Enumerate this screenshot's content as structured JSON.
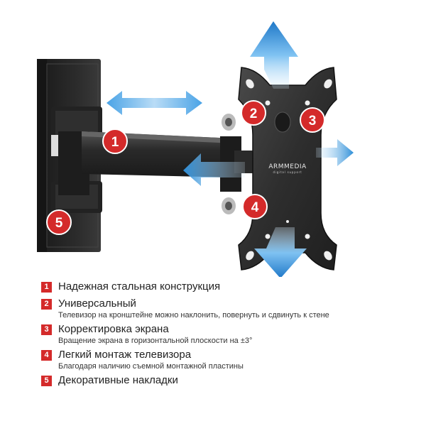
{
  "brand": {
    "name": "ARMMEDIA",
    "tagline": "digital support"
  },
  "badges": [
    "1",
    "2",
    "3",
    "4",
    "5"
  ],
  "features": [
    {
      "num": "1",
      "title": "Надежная стальная конструкция",
      "desc": ""
    },
    {
      "num": "2",
      "title": "Универсальный",
      "desc": "Телевизор на кронштейне можно наклонить, повернуть и сдвинуть к стене"
    },
    {
      "num": "3",
      "title": "Корректировка экрана",
      "desc": "Вращение экрана в горизонтальной плоскости на ±3°"
    },
    {
      "num": "4",
      "title": "Легкий монтаж телевизора",
      "desc": "Благодаря наличию съемной монтажной пластины"
    },
    {
      "num": "5",
      "title": "Декоративные накладки",
      "desc": ""
    }
  ],
  "colors": {
    "badge_red": "#d42a2a",
    "arrow_blue": "#2f8fd8",
    "metal_dark": "#2b2b2b"
  },
  "icons": [
    "double-arrow-horizontal-icon",
    "arrow-up-icon",
    "arrow-down-icon",
    "arrow-right-icon",
    "arrow-left-icon"
  ]
}
